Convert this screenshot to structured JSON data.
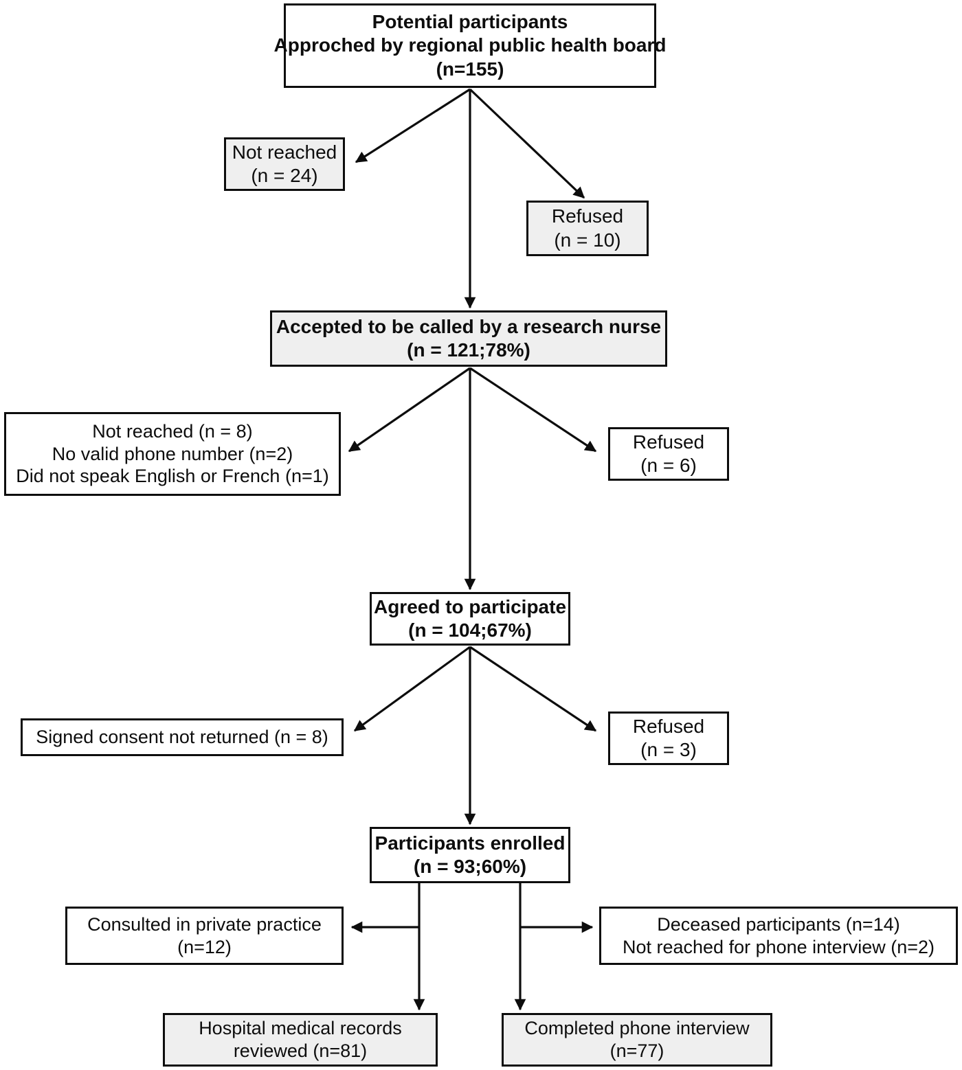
{
  "diagram": {
    "title": "Participant recruitment and enrollment flow chart",
    "type": "flowchart",
    "colors": {
      "stroke": "#0d0d0d",
      "shaded_fill": "#efefef",
      "plain_fill": "#ffffff",
      "background": "#ffffff"
    },
    "nodes": [
      {
        "id": "potential-participants",
        "lines": [
          "Potential participants",
          "Approched by regional public health board",
          "(n=155)"
        ],
        "bold_first_line": true,
        "fill": "white"
      },
      {
        "id": "not-reached-24",
        "lines": [
          "Not reached",
          "(n = 24)"
        ],
        "bold_first_line": false,
        "fill": "shaded"
      },
      {
        "id": "refused-10",
        "lines": [
          "Refused",
          "(n = 10)"
        ],
        "bold_first_line": false,
        "fill": "shaded"
      },
      {
        "id": "accepted-called-nurse",
        "lines": [
          "Accepted to be called by a research nurse",
          "(n = 121;78%)"
        ],
        "bold_first_line": true,
        "fill": "shaded"
      },
      {
        "id": "excluded-group-1",
        "lines": [
          "Not reached (n = 8)",
          "No valid phone number (n=2)",
          "Did not speak English or French (n=1)"
        ],
        "bold_first_line": false,
        "fill": "white"
      },
      {
        "id": "refused-6",
        "lines": [
          "Refused",
          "(n = 6)"
        ],
        "bold_first_line": false,
        "fill": "white"
      },
      {
        "id": "agreed-participate",
        "lines": [
          "Agreed to participate",
          "(n = 104;67%)"
        ],
        "bold_first_line": true,
        "fill": "white"
      },
      {
        "id": "signed-consent-not-returned",
        "lines": [
          "Signed consent not returned (n = 8)"
        ],
        "bold_first_line": false,
        "fill": "white"
      },
      {
        "id": "refused-3",
        "lines": [
          "Refused",
          "(n = 3)"
        ],
        "bold_first_line": false,
        "fill": "white"
      },
      {
        "id": "participants-enrolled",
        "lines": [
          "Participants enrolled",
          "(n = 93;60%)"
        ],
        "bold_first_line": true,
        "fill": "white"
      },
      {
        "id": "consulted-private-practice",
        "lines": [
          "Consulted in private practice",
          "(n=12)"
        ],
        "bold_first_line": false,
        "fill": "white"
      },
      {
        "id": "deceased-not-reached",
        "lines": [
          "Deceased participants (n=14)",
          "Not reached for phone interview (n=2)"
        ],
        "bold_first_line": false,
        "fill": "white"
      },
      {
        "id": "hospital-records-reviewed",
        "lines": [
          "Hospital medical records",
          "reviewed (n=81)"
        ],
        "bold_first_line": false,
        "fill": "shaded"
      },
      {
        "id": "completed-phone-interview",
        "lines": [
          "Completed phone interview",
          "(n=77)"
        ],
        "bold_first_line": false,
        "fill": "shaded"
      }
    ],
    "edges": [
      {
        "from": "potential-participants",
        "to": "not-reached-24",
        "style": "diagonal"
      },
      {
        "from": "potential-participants",
        "to": "refused-10",
        "style": "diagonal"
      },
      {
        "from": "potential-participants",
        "to": "accepted-called-nurse",
        "style": "straight"
      },
      {
        "from": "accepted-called-nurse",
        "to": "excluded-group-1",
        "style": "diagonal"
      },
      {
        "from": "accepted-called-nurse",
        "to": "refused-6",
        "style": "diagonal"
      },
      {
        "from": "accepted-called-nurse",
        "to": "agreed-participate",
        "style": "straight"
      },
      {
        "from": "agreed-participate",
        "to": "signed-consent-not-returned",
        "style": "diagonal"
      },
      {
        "from": "agreed-participate",
        "to": "refused-3",
        "style": "diagonal"
      },
      {
        "from": "agreed-participate",
        "to": "participants-enrolled",
        "style": "straight"
      },
      {
        "from": "participants-enrolled",
        "to": "consulted-private-practice",
        "style": "elbow-left"
      },
      {
        "from": "participants-enrolled",
        "to": "deceased-not-reached",
        "style": "elbow-right"
      },
      {
        "from": "participants-enrolled",
        "to": "hospital-records-reviewed",
        "style": "straight"
      },
      {
        "from": "participants-enrolled",
        "to": "completed-phone-interview",
        "style": "straight"
      }
    ]
  }
}
